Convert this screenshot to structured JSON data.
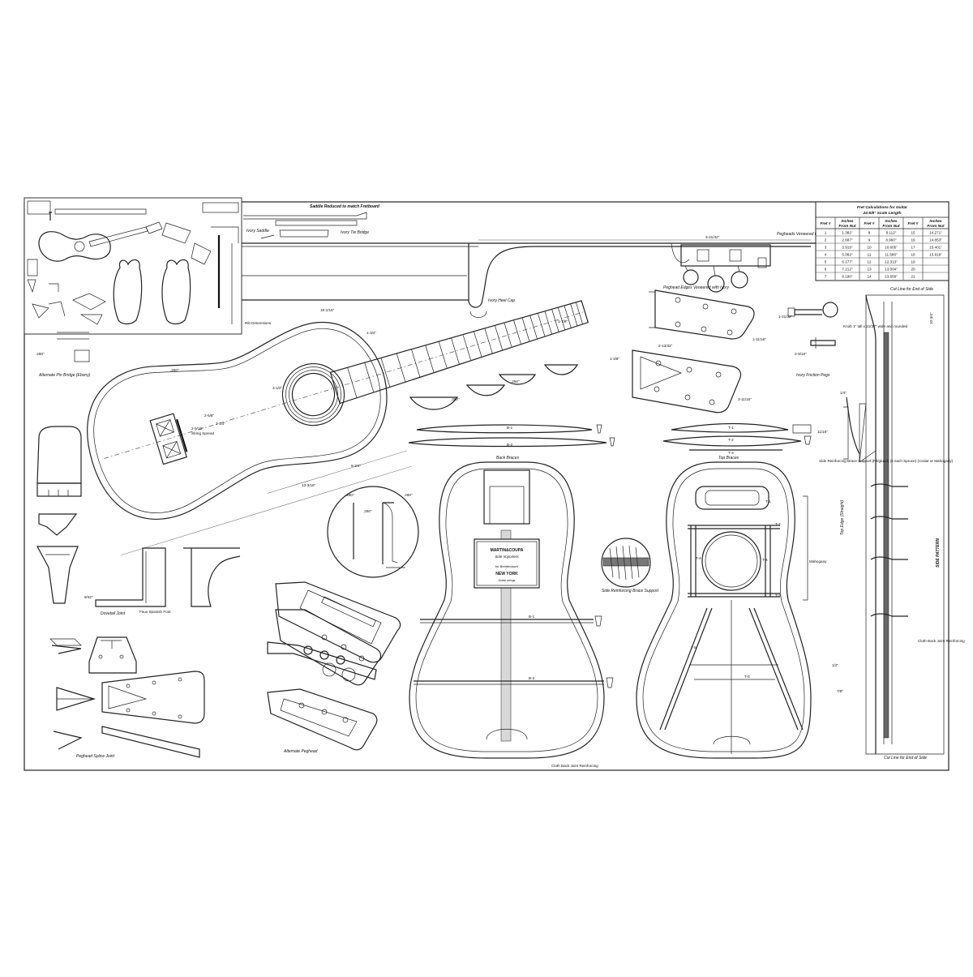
{
  "fret_table": {
    "title_line1": "Fret Calculations for Guitar",
    "title_line2": "24-5/8\" Scale Length",
    "columns": [
      {
        "h1": "Fret #",
        "h2": ""
      },
      {
        "h1": "Inches",
        "h2": "From Nut"
      },
      {
        "h1": "Fret #",
        "h2": ""
      },
      {
        "h1": "Inches",
        "h2": "From Nut"
      },
      {
        "h1": "Fret #",
        "h2": ""
      },
      {
        "h1": "Inches",
        "h2": "From Nut"
      }
    ],
    "rows": [
      [
        "1",
        "1.382\"",
        "8",
        "8.112\"",
        "15",
        "14.271\""
      ],
      [
        "2",
        "2.687\"",
        "9",
        "8.960\"",
        "16",
        "14.853\""
      ],
      [
        "3",
        "3.919\"",
        "10",
        "10.605\"",
        "17",
        "15.401\""
      ],
      [
        "4",
        "5.082\"",
        "11",
        "11.580\"",
        "18",
        "15.919\""
      ],
      [
        "5",
        "6.177\"",
        "12",
        "12.313\"",
        "19",
        ""
      ],
      [
        "6",
        "7.212\"",
        "13",
        "13.004\"",
        "20",
        ""
      ],
      [
        "7",
        "8.190\"",
        "14",
        "13.656\"",
        "21",
        ""
      ]
    ]
  },
  "labels": {
    "saddle_note": "Saddle Reduced to match Fretboard",
    "ivory_saddle": "Ivory Saddle",
    "ivory_tie_bridge": "Ivory Tie Bridge",
    "alt_pin_bridge": "Alternate Pin Bridge (Ebony)",
    "pegheads_veneered": "Pegheads Veneered with Ivory",
    "pegheads_edges": "Peghead Edges Veneered with Ivory",
    "ivory_heel_cap": "Ivory Heel Cap",
    "ivory_friction_pegs": "Ivory Friction Pegs",
    "knob_note": "Knob 1\" tall x 21/32\" wide and rounded",
    "cut_line_top": "Cut Line for End of Side",
    "cut_line_bottom": "Cut Line for End of Side",
    "side_reinforcing_brace": "Side Reinforcing Brace Support (Fit/glued) (6 each Spruce) (Cedar or Mahogany)",
    "side_pattern": "SIDE PATTERN",
    "top_edge": "Top Edge (Straight)",
    "back_braces": "Back Braces",
    "top_braces": "Top Braces",
    "mahogany": "Mahogany",
    "cloth_back_joint": "Cloth Back Joint Reinforcing",
    "cloth_back_joint_side": "Cloth Back Joint Reinforcing",
    "side_reinforcing_support": "Side Reinforcing Brace Support",
    "dovetail_joint": "Dovetail Joint",
    "faux_spanish_foot": "Faux Spanish Foot",
    "peghead_splice_joint": "Peghead Splice Joint",
    "alternate_peghead": "Alternate Peghead",
    "string_spread": "String Spread",
    "rib_dimensions": "Rib Dimensions",
    "brace_b1": "B-1",
    "brace_b2": "B-2",
    "brace_t1": "T-1",
    "brace_t2": "T-2",
    "brace_t3": "T-3",
    "brace_t4": "T-4",
    "brace_t5": "T-5",
    "brace_t6": "T-6"
  },
  "dimensions": {
    "d_2_5_16": "2-5/16\"",
    "d_2_5_8": "2-5/8\"",
    "d_2_3_4": "2-3/4\"",
    "d_3_1_2": "3-1/2\"",
    "d_9_3_4": "9-3/4\"",
    "d_13_3_16": "13-3/16\"",
    "d_19_1_16": "19-1/16\"",
    "d_1_3_4": "1-3/4\"",
    "d_1_7_8": "1-7/8\"",
    "d_3_21_32": "3-21/32\"",
    "d_3_1_4": "3-1/4\"",
    "d_3_11_16": "3-11/16\"",
    "d_2_13_32": "2-13/32\"",
    "d_1_3_8": "1-3/8\"",
    "d_1_21_32": "1-21/32\"",
    "d_1_3_16": "1-3/16\"",
    "d_1_2": "1/2\"",
    "d_1_4": "1/4\"",
    "d_7_8": "7/8\"",
    "d_11_16": "11/16\"",
    "d_1_11_16": "1-11/16\"",
    "d_10_3_4": "10-3/4\"",
    "d_7_1_8": "7-1/8\"",
    "d_1_1_4": "1-1/4\"",
    "d_9_32": "9/32\"",
    "d_250": ".250\"",
    "d_260": ".260\"",
    "d_280": ".280\"",
    "d_360": ".360\"",
    "d_2_9_16": "2-9/16\""
  },
  "label_card": {
    "line1": "MARTIN&COUPA",
    "line2": "Sole Importers",
    "line3": "for Breidenbach",
    "line4": "NEW YORK",
    "line5": "Guitar strings"
  }
}
